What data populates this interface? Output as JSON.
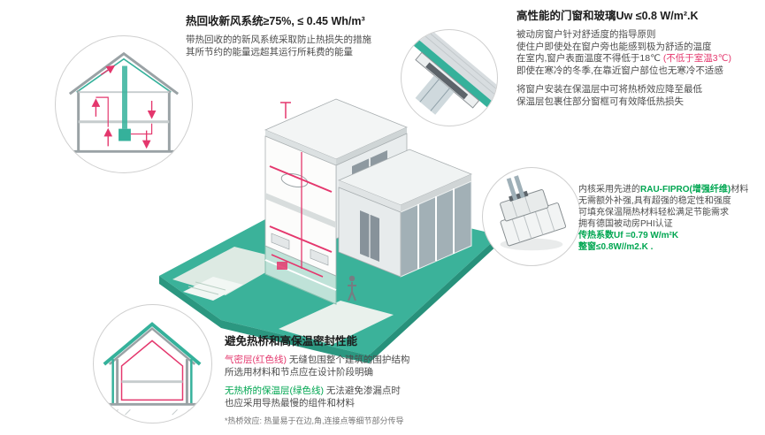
{
  "colors": {
    "teal": "#35b19b",
    "red": "#e4376d",
    "green": "#00a651",
    "title_text": "#1c1c1c",
    "body_text": "#4d4d4d",
    "circle_border": "#cfcfcf"
  },
  "callouts": {
    "ventilation": {
      "title": "热回收新风系统≥75%, ≤ 0.45 Wh/m³",
      "body": [
        "带热回收的的新风系统采取防止热损失的措施",
        "其所节约的能量远超其运行所耗费的能量"
      ],
      "icon": "house-section-ventilation"
    },
    "windows": {
      "title": "高性能的门窗和玻璃Uw ≤0.8 W/m².K",
      "body_1": "被动房窗户针对舒适度的指导原则",
      "body_2": "使住户即使处在窗户旁也能感到极为舒适的温度",
      "body_3_normal": "在室内,窗户表面温度不得低于18℃ ",
      "body_3_red": "(不低于室温3℃)",
      "body_4": "即使在寒冷的冬季,在靠近窗户部位也无寒冷不适感",
      "body_5": "将窗户安装在保温层中可将热桥效应降至最低",
      "body_6": "保温层包裹住部分窗框可有效降低热损失",
      "icon": "window-corner-install-detail"
    },
    "profile": {
      "line_1_pre": "内核采用先进的",
      "line_1_highlight": "RAU-FIPRO(增强纤维)",
      "line_1_post": "材料",
      "line_2": "无需额外补强,具有超强的稳定性和强度",
      "line_3": "可填充保温隔热材料轻松满足节能需求",
      "line_4": "拥有德国被动房PHI认证",
      "line_5": "传热系数Uf =0.79 W/m²K",
      "line_6": "整窗≤0.8W//m2.K .",
      "icon": "window-frame-profile"
    },
    "envelope": {
      "title": "避免热桥和高保温密封性能",
      "line_1_red": "气密层(红色线)",
      "line_1_rest": " 无缝包围整个建筑的围护结构",
      "line_2": "所选用材料和节点应在设计阶段明确",
      "line_3_green": "无热桥的保温层(绿色线)",
      "line_3_rest": " 无法避免渗漏点时",
      "line_4": "也应采用导热最慢的组件和材料",
      "footnote": "*热桥效应: 热量易于在边,角,连接点等细节部分传导",
      "icon": "house-section-envelope"
    }
  },
  "main_illustration": {
    "name": "passive-house-isometric-cutaway",
    "elements": [
      "teal-landscape-base",
      "cutaway-house-interior",
      "red-ventilation-ducts",
      "glass-facade-wing",
      "terrace-steps",
      "person-figure"
    ]
  }
}
